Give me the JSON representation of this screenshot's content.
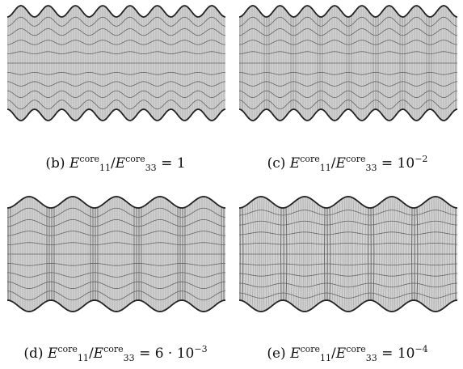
{
  "panels": [
    {
      "id": "b",
      "caption": {
        "label": "(b)",
        "lhs_sym": "E",
        "sub1": "11",
        "sup1": "core",
        "slash": "/",
        "sym2": "E",
        "sub2": "33",
        "sup2": "core",
        "rhs": "= 1",
        "rhs_exp": ""
      },
      "mode": "uniform",
      "top_waves": 8,
      "bottom_waves": 8
    },
    {
      "id": "c",
      "caption": {
        "label": "(c)",
        "lhs_sym": "E",
        "sub1": "11",
        "sup1": "core",
        "slash": "/",
        "sym2": "E",
        "sub2": "33",
        "sup2": "core",
        "rhs": "= 10",
        "rhs_exp": "−2"
      },
      "mode": "mixed",
      "top_waves": 8,
      "bottom_waves": 8
    },
    {
      "id": "d",
      "caption": {
        "label": "(d)",
        "lhs_sym": "E",
        "sub1": "11",
        "sup1": "core",
        "slash": "/",
        "sym2": "E",
        "sub2": "33",
        "sup2": "core",
        "rhs": "= 6 · 10",
        "rhs_exp": "−3"
      },
      "mode": "stripes",
      "top_waves": 5,
      "bottom_waves": 5
    },
    {
      "id": "e",
      "caption": {
        "label": "(e)",
        "lhs_sym": "E",
        "sub1": "11",
        "sup1": "core",
        "slash": "/",
        "sym2": "E",
        "sub2": "33",
        "sup2": "core",
        "rhs": "= 10",
        "rhs_exp": "−4"
      },
      "mode": "bulge",
      "top_waves": 5,
      "bottom_waves": 5
    }
  ],
  "colors": {
    "background": "#ffffff",
    "mesh_fill": "#d2d2d2",
    "mesh_line": "#555555",
    "face_line": "#222222",
    "text": "#111111"
  }
}
